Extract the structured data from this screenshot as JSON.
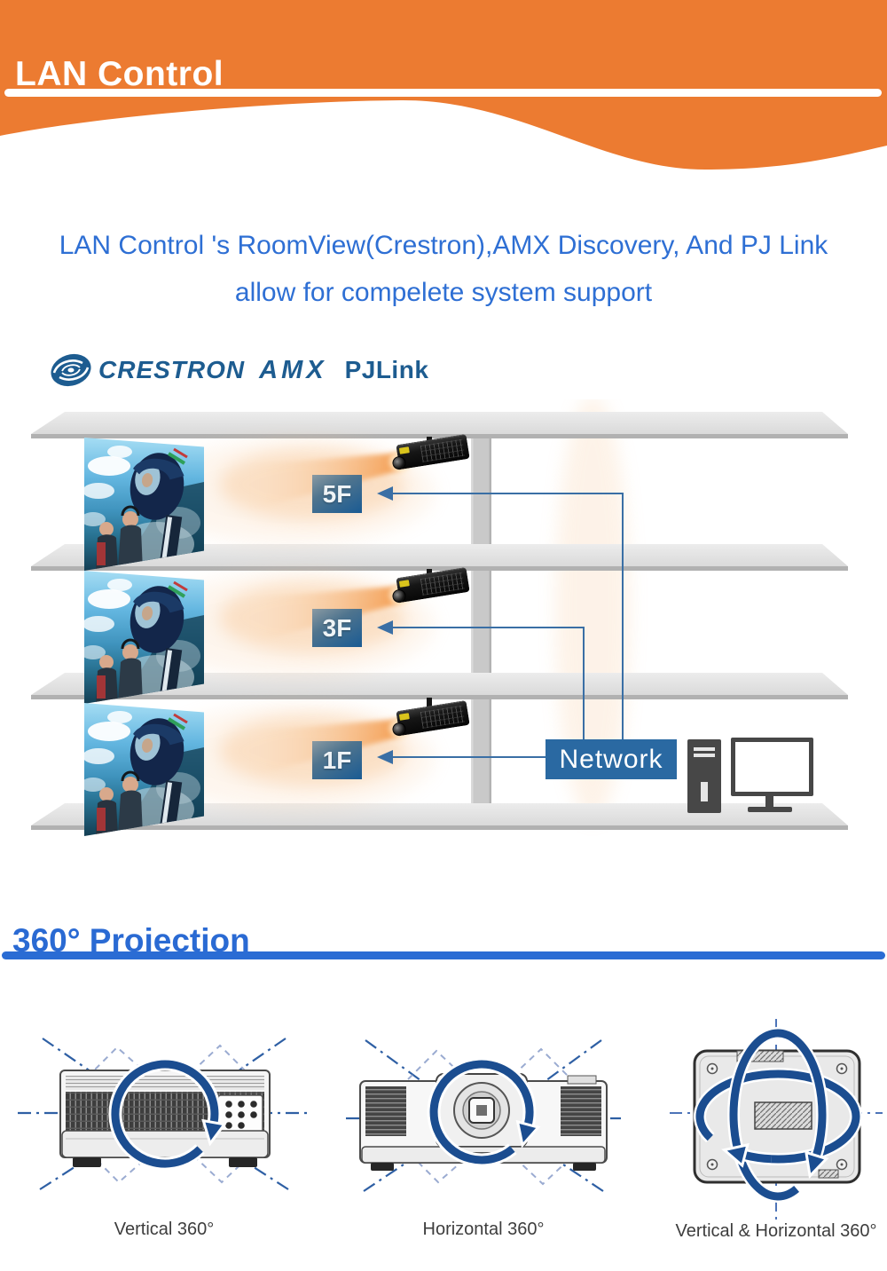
{
  "header": {
    "title": "LAN Control"
  },
  "intro": {
    "line1": "LAN Control 's RoomView(Crestron),AMX Discovery, And PJ Link",
    "line2": "allow for compelete system support"
  },
  "logos": {
    "crestron": "CRESTRON",
    "amx": "AMX",
    "pjlink": "PJLink"
  },
  "diagram": {
    "floor_labels": [
      "5F",
      "3F",
      "1F"
    ],
    "network_label": "Network"
  },
  "section360": {
    "title": "360° Projection",
    "captions": [
      "Vertical 360°",
      "Horizontal 360°",
      "Vertical & Horizontal 360°"
    ]
  },
  "colors": {
    "accent_orange": "#ec7b31",
    "intro_blue": "#2e6fd4",
    "heading_blue": "#2a6ad3",
    "logo_navy": "#1d5c90",
    "floor_label_blue": "#1a5b93",
    "network_bg": "#2a69a2",
    "line_blue": "#3a6fa5",
    "rotation_arrow_navy": "#1b4d90"
  }
}
